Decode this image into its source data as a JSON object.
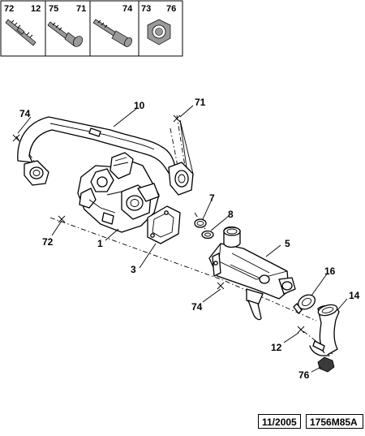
{
  "header_parts": [
    {
      "ref_a": "72",
      "ref_b": "12"
    },
    {
      "ref_a": "75",
      "ref_b": "71"
    },
    {
      "ref_a": "74",
      "ref_b": ""
    },
    {
      "ref_a": "73",
      "ref_b": "76"
    }
  ],
  "callouts": {
    "c10": "10",
    "c71": "71",
    "c74_top": "74",
    "c7": "7",
    "c8": "8",
    "c72": "72",
    "c1": "1",
    "c5": "5",
    "c3": "3",
    "c16": "16",
    "c14": "14",
    "c74_bottom": "74",
    "c12": "12",
    "c76": "76"
  },
  "footer": {
    "date": "11/2005",
    "reference": "1756M85A"
  }
}
